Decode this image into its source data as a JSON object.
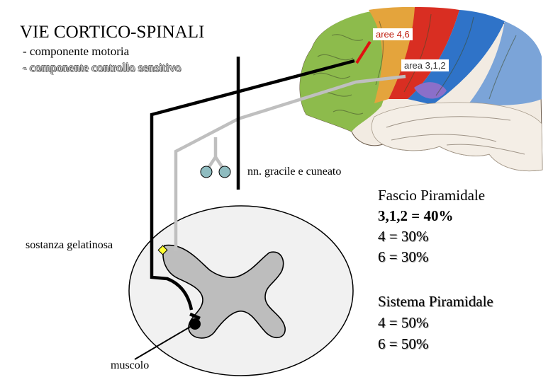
{
  "title": "VIE CORTICO-SPINALI",
  "subtitle": {
    "motor": "- componente motoria",
    "sensory": "- componente controllo sensitivo"
  },
  "brain_labels": {
    "areas_4_6": "aree 4,6",
    "area_3_1_2": "area 3,1,2"
  },
  "nuclei_label": "nn. gracile e cuneato",
  "substance_label": "sostanza gelatinosa",
  "muscle_label": "muscolo",
  "pyramidal_fascicle": {
    "heading": "Fascio Piramidale",
    "rows": [
      "3,1,2 = 40%",
      "4 = 30%",
      "6 = 30%"
    ]
  },
  "pyramidal_system": {
    "heading": "Sistema Piramidale",
    "rows": [
      "4 = 50%",
      "6 = 50%"
    ]
  },
  "colors": {
    "motor_pathway": "#000000",
    "sensory_pathway": "#c0c0c0",
    "nuclei": "#8fbcc0",
    "gray_matter": "#bdbdbd",
    "cord_section": "#f1f1f1",
    "area_marker": "#e01010",
    "substantia_gelatinosa": "#ffff33"
  }
}
